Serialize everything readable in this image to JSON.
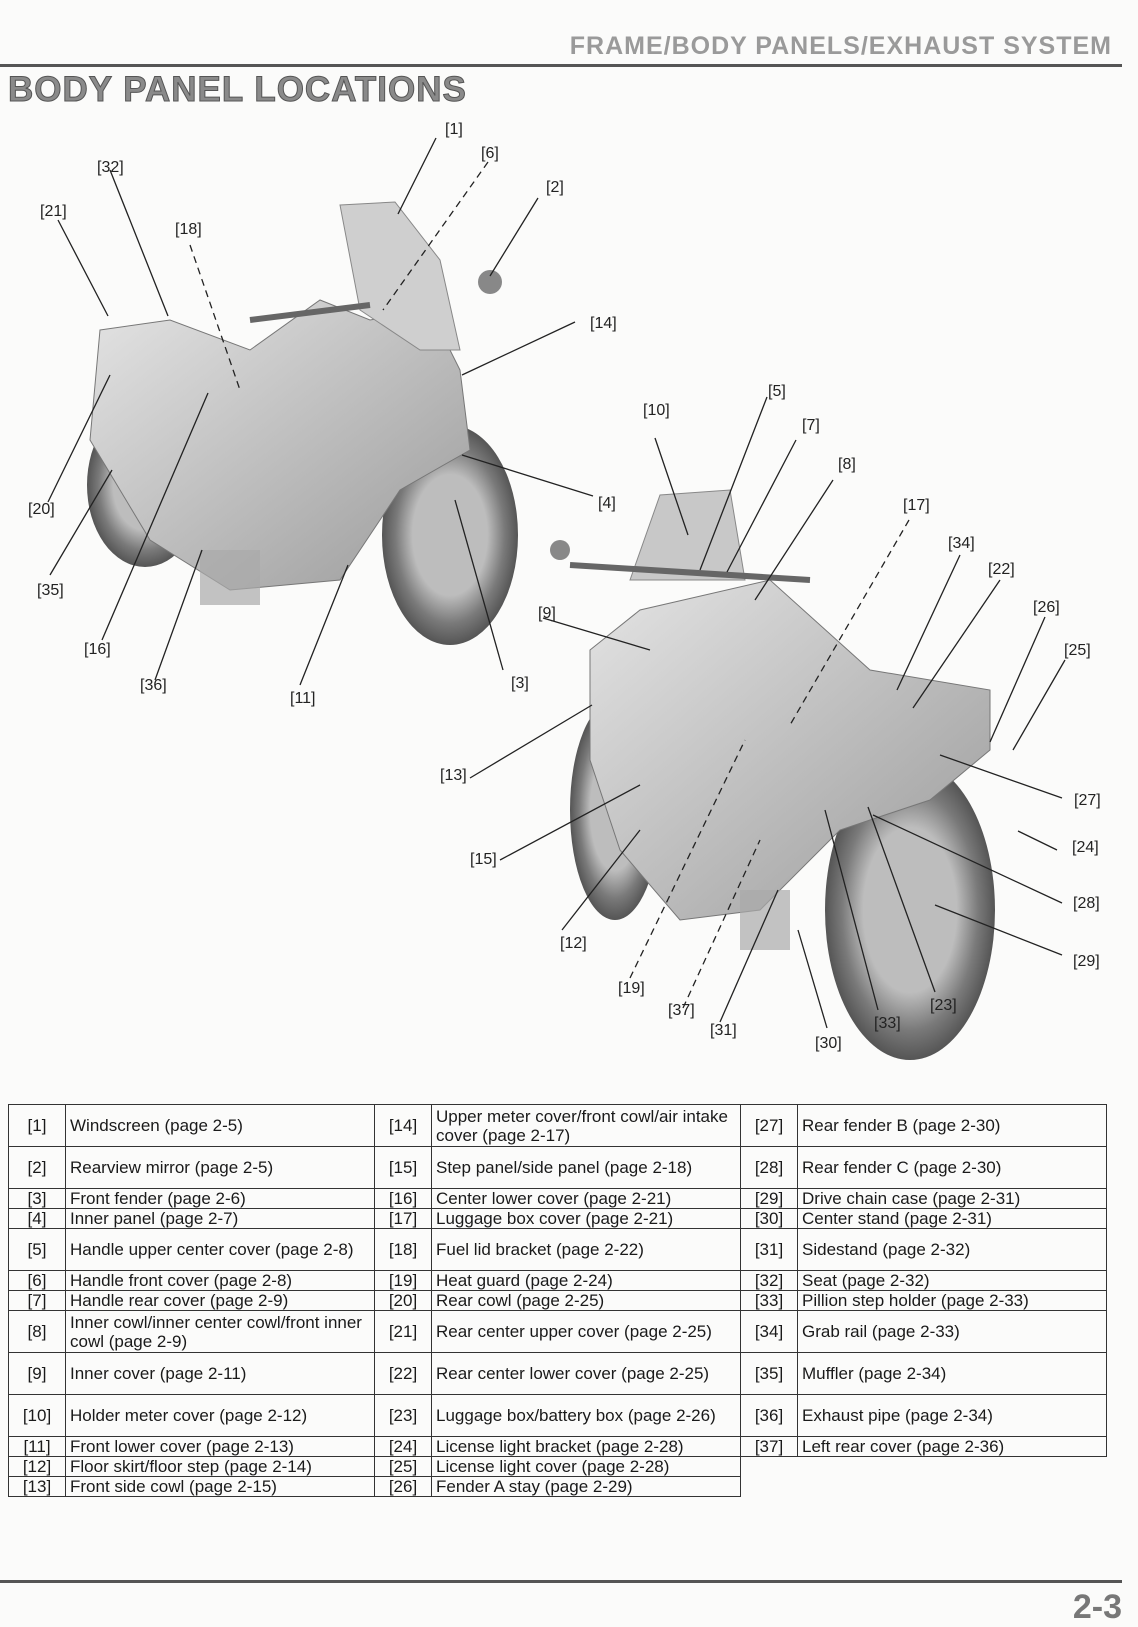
{
  "header": {
    "section": "FRAME/BODY PANELS/EXHAUST SYSTEM",
    "page_title": "BODY PANEL LOCATIONS",
    "page_number": "2-3"
  },
  "callouts": [
    "[1]",
    "[2]",
    "[3]",
    "[4]",
    "[5]",
    "[6]",
    "[7]",
    "[8]",
    "[9]",
    "[10]",
    "[11]",
    "[12]",
    "[13]",
    "[14]",
    "[15]",
    "[16]",
    "[17]",
    "[18]",
    "[19]",
    "[20]",
    "[21]",
    "[22]",
    "[23]",
    "[24]",
    "[25]",
    "[26]",
    "[27]",
    "[28]",
    "[29]",
    "[30]",
    "[31]",
    "[32]",
    "[33]",
    "[34]",
    "[35]",
    "[36]",
    "[37]"
  ],
  "parts_table": [
    [
      [
        "[1]",
        "Windscreen (page 2-5)"
      ],
      [
        "[14]",
        "Upper meter cover/front cowl/air intake cover (page 2-17)"
      ],
      [
        "[27]",
        "Rear fender B (page 2-30)"
      ]
    ],
    [
      [
        "[2]",
        "Rearview mirror (page 2-5)"
      ],
      [
        "[15]",
        "Step panel/side panel (page 2-18)"
      ],
      [
        "[28]",
        "Rear fender C (page 2-30)"
      ]
    ],
    [
      [
        "[3]",
        "Front fender (page 2-6)"
      ],
      [
        "[16]",
        "Center lower cover (page 2-21)"
      ],
      [
        "[29]",
        "Drive chain case (page 2-31)"
      ]
    ],
    [
      [
        "[4]",
        "Inner panel (page 2-7)"
      ],
      [
        "[17]",
        "Luggage box cover (page 2-21)"
      ],
      [
        "[30]",
        "Center stand (page 2-31)"
      ]
    ],
    [
      [
        "[5]",
        "Handle upper center cover (page 2-8)"
      ],
      [
        "[18]",
        "Fuel lid bracket (page 2-22)"
      ],
      [
        "[31]",
        "Sidestand (page 2-32)"
      ]
    ],
    [
      [
        "[6]",
        "Handle front cover (page 2-8)"
      ],
      [
        "[19]",
        "Heat guard (page 2-24)"
      ],
      [
        "[32]",
        "Seat (page 2-32)"
      ]
    ],
    [
      [
        "[7]",
        "Handle rear cover (page 2-9)"
      ],
      [
        "[20]",
        "Rear cowl (page 2-25)"
      ],
      [
        "[33]",
        "Pillion step holder (page 2-33)"
      ]
    ],
    [
      [
        "[8]",
        "Inner cowl/inner center cowl/front inner cowl (page 2-9)"
      ],
      [
        "[21]",
        "Rear center upper cover (page 2-25)"
      ],
      [
        "[34]",
        "Grab rail (page 2-33)"
      ]
    ],
    [
      [
        "[9]",
        "Inner cover (page 2-11)"
      ],
      [
        "[22]",
        "Rear center lower cover (page 2-25)"
      ],
      [
        "[35]",
        "Muffler (page 2-34)"
      ]
    ],
    [
      [
        "[10]",
        "Holder meter cover (page 2-12)"
      ],
      [
        "[23]",
        "Luggage box/battery box (page 2-26)"
      ],
      [
        "[36]",
        "Exhaust pipe (page 2-34)"
      ]
    ],
    [
      [
        "[11]",
        "Front lower cover (page 2-13)"
      ],
      [
        "[24]",
        "License light bracket (page 2-28)"
      ],
      [
        "[37]",
        "Left rear cover (page 2-36)"
      ]
    ],
    [
      [
        "[12]",
        "Floor skirt/floor step (page 2-14)"
      ],
      [
        "[25]",
        "License light cover (page 2-28)"
      ],
      null
    ],
    [
      [
        "[13]",
        "Front side cowl (page 2-15)"
      ],
      [
        "[26]",
        "Fender A stay (page 2-29)"
      ],
      null
    ]
  ]
}
